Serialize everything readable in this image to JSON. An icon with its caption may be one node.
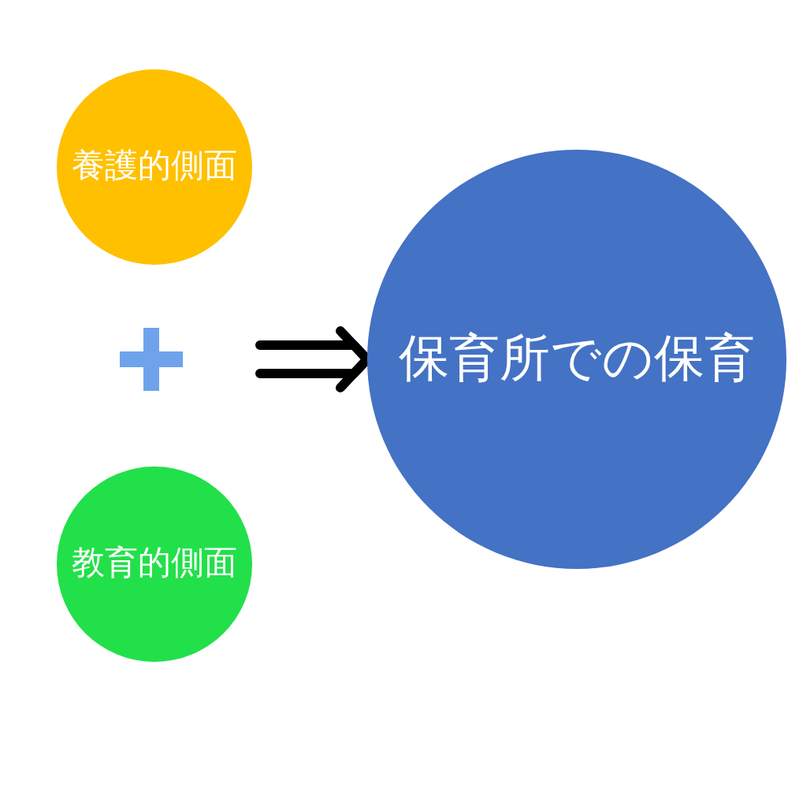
{
  "diagram": {
    "nodes": [
      {
        "text": [
          "養護的側面"
        ]
      },
      {
        "text": [
          "教育的側面"
        ]
      },
      {
        "text": [
          "保育所での保育"
        ]
      }
    ],
    "edges": [
      {
        "from": null,
        "to": 2,
        "arrow": "to"
      }
    ]
  }
}
